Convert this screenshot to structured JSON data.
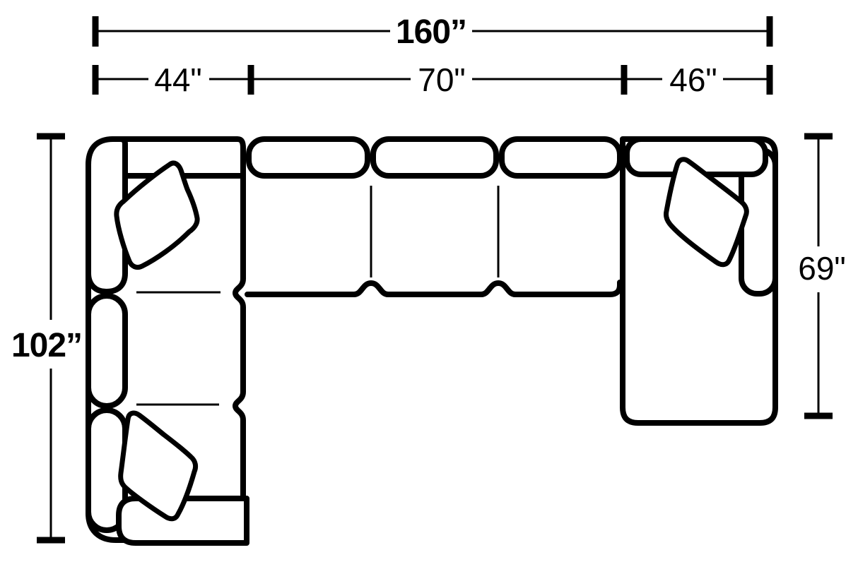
{
  "diagram": {
    "type": "furniture-dimension-diagram",
    "subject": "sectional sofa with chaise, top view",
    "colors": {
      "line": "#000000",
      "background": "#ffffff"
    },
    "labels": {
      "overall_width": "160”",
      "left_section_width": "44\"",
      "middle_section_width": "70\"",
      "chaise_section_width": "46\"",
      "overall_depth": "102”",
      "chaise_depth": "69\""
    }
  }
}
